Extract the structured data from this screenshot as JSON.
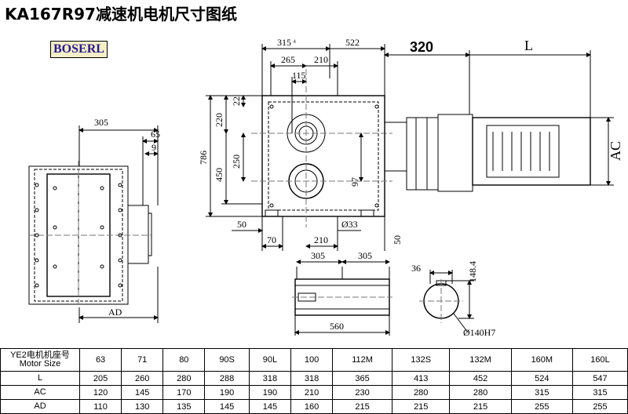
{
  "title": "KA167R97减速机电机尺寸图纸",
  "brand": "BOSERL",
  "dims": {
    "d305_left": "305",
    "d65": "65",
    "d9": "9",
    "d_AD": "AD",
    "d315": "315",
    "d315_sup": "±",
    "d522": "522",
    "d320": "320",
    "d_L": "L",
    "d265": "265",
    "d210_top": "210",
    "d115": "115",
    "d22": "22",
    "d220": "220",
    "d786": "786",
    "d250": "250",
    "d450": "450",
    "d97": "97",
    "d50_left": "50",
    "d_phi33": "Ø33",
    "d70": "70",
    "d210_bot": "210",
    "d50_right": "50",
    "d305_a": "305",
    "d305_b": "305",
    "d560": "560",
    "d36": "36",
    "d148": "148.4",
    "d_phi140": "Ø140H7",
    "d_AC": "AC"
  },
  "table": {
    "header_label_1": "YE2电机机座号",
    "header_label_2": "Motor Size",
    "columns": [
      "63",
      "71",
      "80",
      "90S",
      "90L",
      "100",
      "112M",
      "132S",
      "132M",
      "160M",
      "160L"
    ],
    "rows": [
      {
        "label": "L",
        "values": [
          "205",
          "260",
          "280",
          "288",
          "318",
          "318",
          "365",
          "413",
          "452",
          "524",
          "547"
        ]
      },
      {
        "label": "AC",
        "values": [
          "120",
          "145",
          "170",
          "190",
          "190",
          "210",
          "230",
          "280",
          "280",
          "315",
          "315"
        ]
      },
      {
        "label": "AD",
        "values": [
          "110",
          "130",
          "135",
          "145",
          "145",
          "160",
          "215",
          "215",
          "215",
          "255",
          "255"
        ]
      }
    ]
  }
}
